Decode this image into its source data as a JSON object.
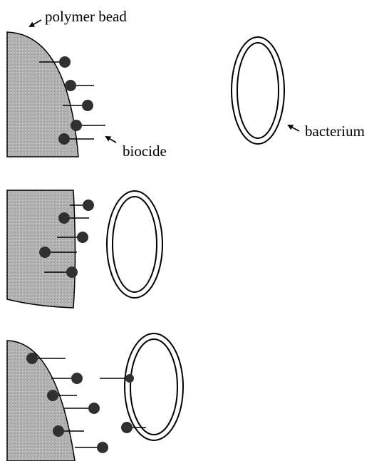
{
  "labels": {
    "polymer_bead": "polymer bead",
    "biocide": "biocide",
    "bacterium": "bacterium"
  },
  "colors": {
    "bead_fill": "#b5b5b5",
    "bead_texture": "#8e8e8e",
    "biocide_dot": "#303030",
    "line": "#000000",
    "background": "#ffffff"
  },
  "panels": [
    {
      "stage": "bead and bacterium apart"
    },
    {
      "stage": "bacterium approaching bead"
    },
    {
      "stage": "biocide contacting bacterium"
    }
  ]
}
